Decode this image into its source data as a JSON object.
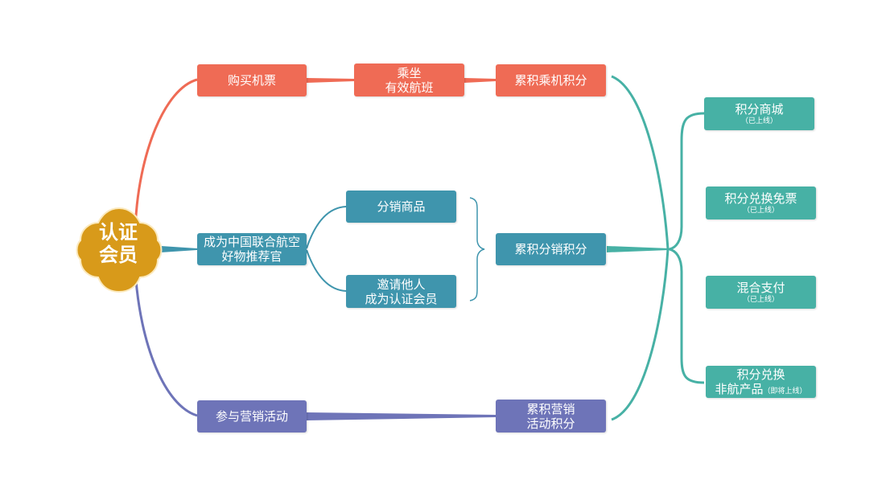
{
  "root": {
    "line1": "认证",
    "line2": "会员"
  },
  "branch_red": {
    "buy": "购买机票",
    "ride_line1": "乘坐",
    "ride_line2": "有效航班",
    "accumulate": "累积乘机积分"
  },
  "branch_blue": {
    "become_line1": "成为中国联合航空",
    "become_line2": "好物推荐官",
    "sell": "分销商品",
    "invite_line1": "邀请他人",
    "invite_line2": "成为认证会员",
    "accumulate": "累积分销积分"
  },
  "branch_purple": {
    "join": "参与营销活动",
    "accumulate_line1": "累积营销",
    "accumulate_line2": "活动积分"
  },
  "uses": [
    {
      "title": "积分商城",
      "status": "（已上线）"
    },
    {
      "title": "积分兑换免票",
      "status": "（已上线）"
    },
    {
      "title": "混合支付",
      "status": "（已上线）"
    },
    {
      "title": "积分兑换",
      "title2": "非航产品",
      "status": "（即将上线）"
    }
  ],
  "colors": {
    "red": "#ef6b55",
    "blue": "#3f95ad",
    "purple": "#6e74b8",
    "teal": "#47b1a5",
    "root": "#d89a1a"
  }
}
